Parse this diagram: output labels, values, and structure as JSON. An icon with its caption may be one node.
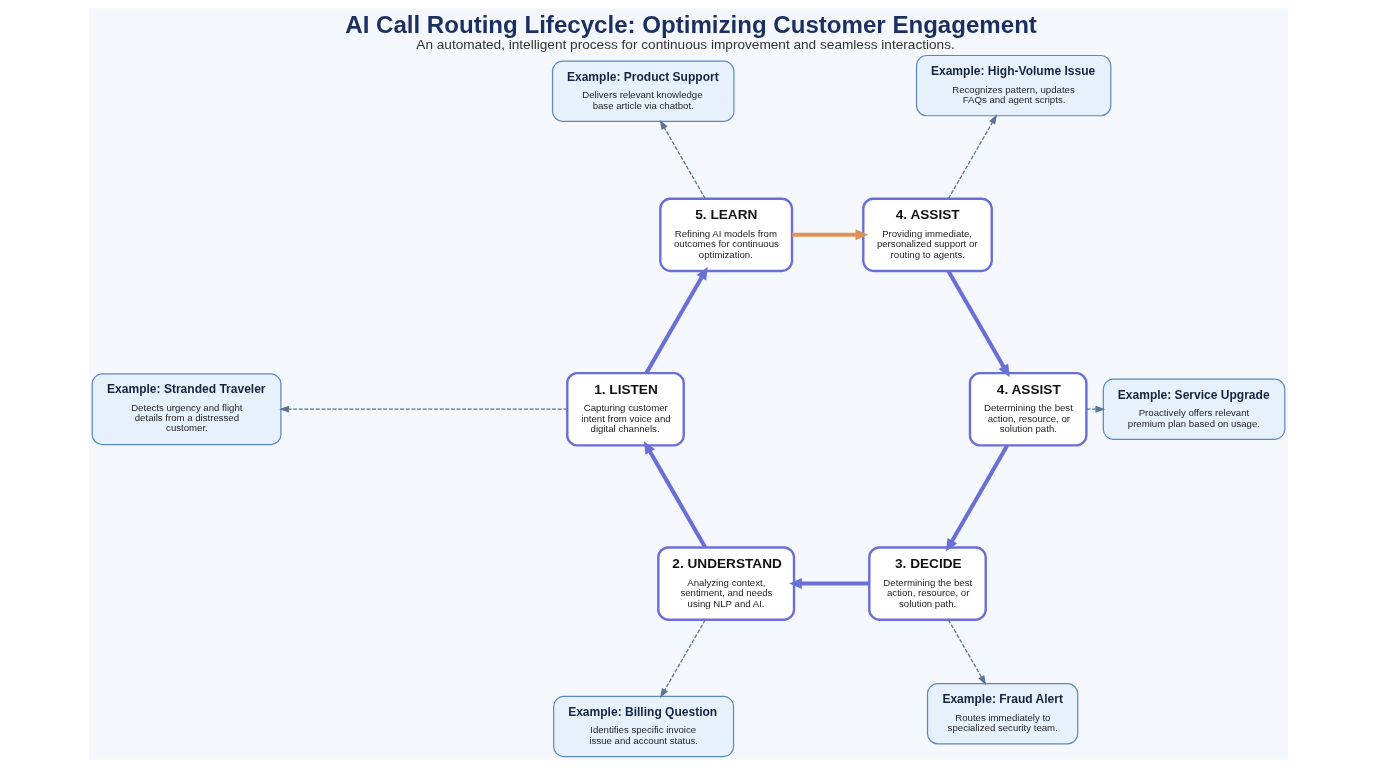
{
  "diagram": {
    "title": "AI Call Routing Lifecycle: Optimizing Customer Engagement",
    "caption": "An automated, intelligent process for continuous improvement and seamless interactions.",
    "nodes": [
      {
        "text": [
          "Example: Stranded Traveler",
          "Detects urgency and flight details from a distressed customer."
        ]
      },
      {
        "text": [
          "1. LISTEN",
          "Capturing customer intent from voice and digital channels."
        ]
      },
      {
        "text": [
          "5. LEARN",
          "Refining AI models from outcomes for continuous optimization."
        ]
      },
      {
        "text": [
          "Example: Product Support",
          "Delivers relevant knowledge base article via chatbot."
        ]
      },
      {
        "text": [
          "Example: Billing Question",
          "Identifies specific invoice issue and account status."
        ]
      },
      {
        "text": [
          "2. UNDERSTAND",
          "Analyzing context, sentiment, and needs using NLP and AI."
        ]
      },
      {
        "text": [
          "4. ASSIST",
          "Providing immediate, personalized support or routing to agents."
        ]
      },
      {
        "text": [
          "Example: High-Volume Issue",
          "Recognizes pattern, updates FAQs and agent scripts."
        ]
      },
      {
        "text": [
          "Example: Fraud Alert",
          "Routes immediately to specialized security team."
        ]
      },
      {
        "text": [
          "3. DECIDE",
          "Determining the best action, resource, or solution path."
        ]
      },
      {
        "text": [
          "4. ASSIST",
          "Determining the best action, resource, or solution path."
        ]
      },
      {
        "text": [
          "Example: Service Upgrade",
          "Proactively offers relevant premium plan based on usage."
        ]
      }
    ],
    "edges": [
      {
        "from": 1,
        "to": 2,
        "arrow": "to",
        "style": "thick"
      },
      {
        "from": 2,
        "to": 6,
        "arrow": "to",
        "style": "thick",
        "color": "#e0915a"
      },
      {
        "from": 6,
        "to": 10,
        "arrow": "to",
        "style": "thick"
      },
      {
        "from": 10,
        "to": 9,
        "arrow": "to",
        "style": "thick"
      },
      {
        "from": 9,
        "to": 5,
        "arrow": "to",
        "style": "thick"
      },
      {
        "from": 5,
        "to": 1,
        "arrow": "to",
        "style": "thick"
      },
      {
        "from": 1,
        "to": 0,
        "arrow": "to",
        "style": "dashed"
      },
      {
        "from": 2,
        "to": 3,
        "arrow": "to",
        "style": "dashed"
      },
      {
        "from": 5,
        "to": 4,
        "arrow": "to",
        "style": "dashed"
      },
      {
        "from": 6,
        "to": 7,
        "arrow": "to",
        "style": "dashed"
      },
      {
        "from": 9,
        "to": 8,
        "arrow": "to",
        "style": "dashed"
      },
      {
        "from": 10,
        "to": 11,
        "arrow": "to",
        "style": "dashed"
      }
    ]
  }
}
